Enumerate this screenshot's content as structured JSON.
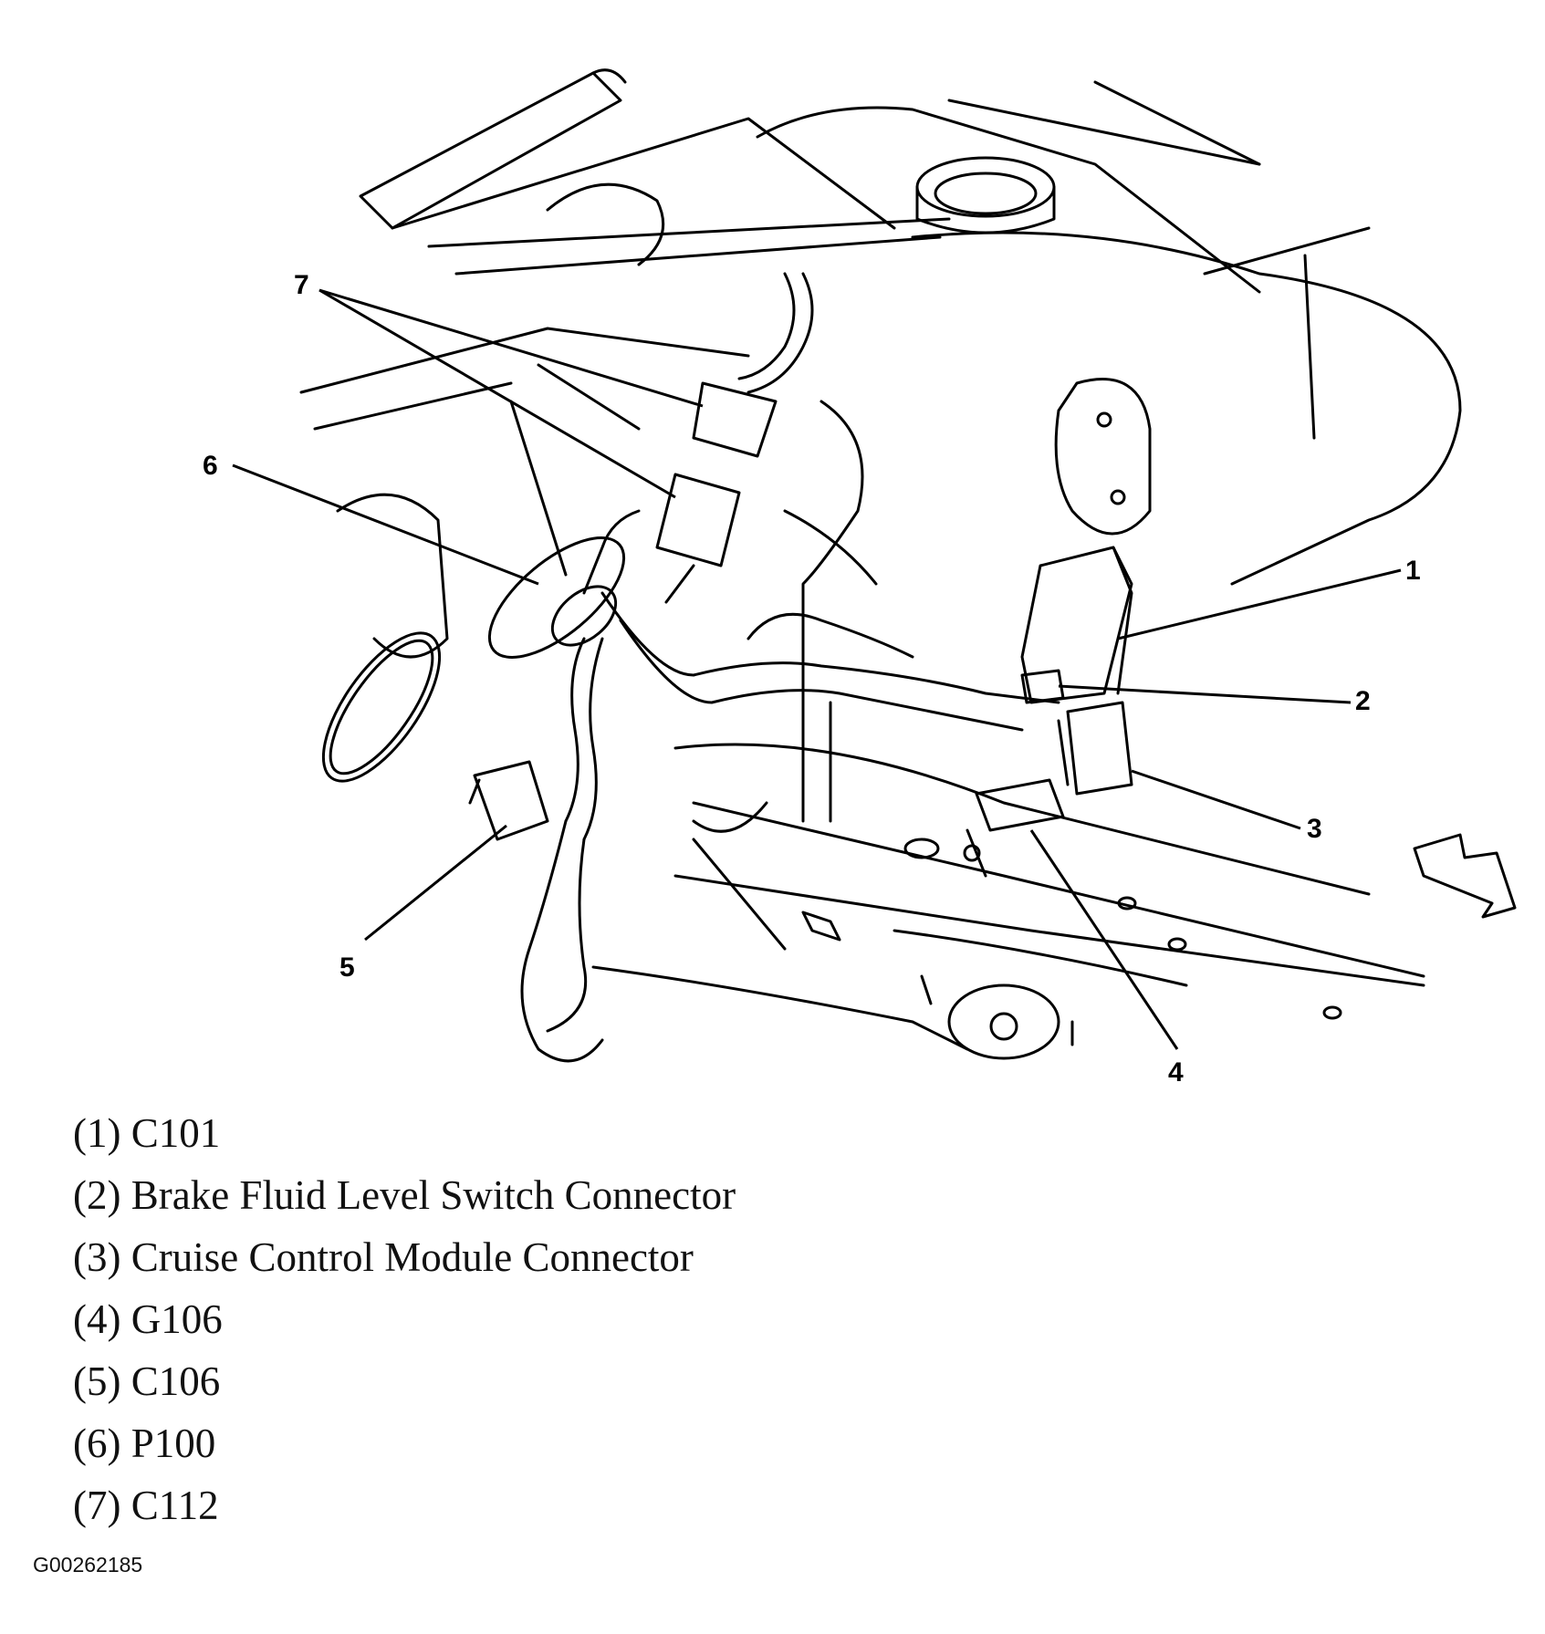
{
  "callouts": [
    {
      "number": "1",
      "part": "C101"
    },
    {
      "number": "2",
      "part": "Brake Fluid Level Switch Connector"
    },
    {
      "number": "3",
      "part": "Cruise Control Module Connector"
    },
    {
      "number": "4",
      "part": "G106"
    },
    {
      "number": "5",
      "part": "C106"
    },
    {
      "number": "6",
      "part": "P100"
    },
    {
      "number": "7",
      "part": "C112"
    }
  ],
  "legend": [
    "(1) C101",
    "(2) Brake Fluid Level Switch Connector",
    "(3) Cruise Control Module Connector",
    "(4) G106",
    "(5) C106",
    "(6) P100",
    "(7) C112"
  ],
  "figure_id": "G00262185"
}
